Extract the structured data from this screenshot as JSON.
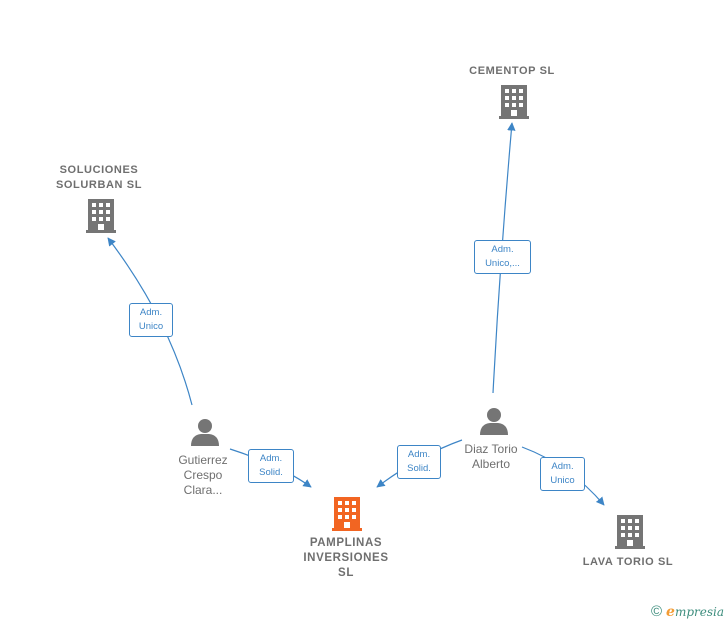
{
  "nodes": {
    "soluciones": {
      "label": "SOLUCIONES\nSOLURBAN  SL"
    },
    "cementop": {
      "label": "CEMENTOP  SL"
    },
    "pamplinas": {
      "label": "PAMPLINAS\nINVERSIONES\nSL"
    },
    "lavatorio": {
      "label": "LAVA TORIO SL"
    },
    "gutierrez": {
      "label": "Gutierrez\nCrespo\nClara..."
    },
    "diaz": {
      "label": "Diaz Torio\nAlberto"
    }
  },
  "edges": {
    "gutierrez_soluciones": "Adm.\nUnico",
    "gutierrez_pamplinas": "Adm.\nSolid.",
    "diaz_pamplinas": "Adm.\nSolid.",
    "diaz_cementop": "Adm.\nUnico,...",
    "diaz_lavatorio": "Adm.\nUnico"
  },
  "footer": {
    "copyright": "©",
    "brand_initial": "e",
    "brand_rest": "mpresia"
  },
  "colors": {
    "edge": "#3d85c6",
    "company": "#757575",
    "focus_company": "#f26522",
    "person": "#757575"
  }
}
